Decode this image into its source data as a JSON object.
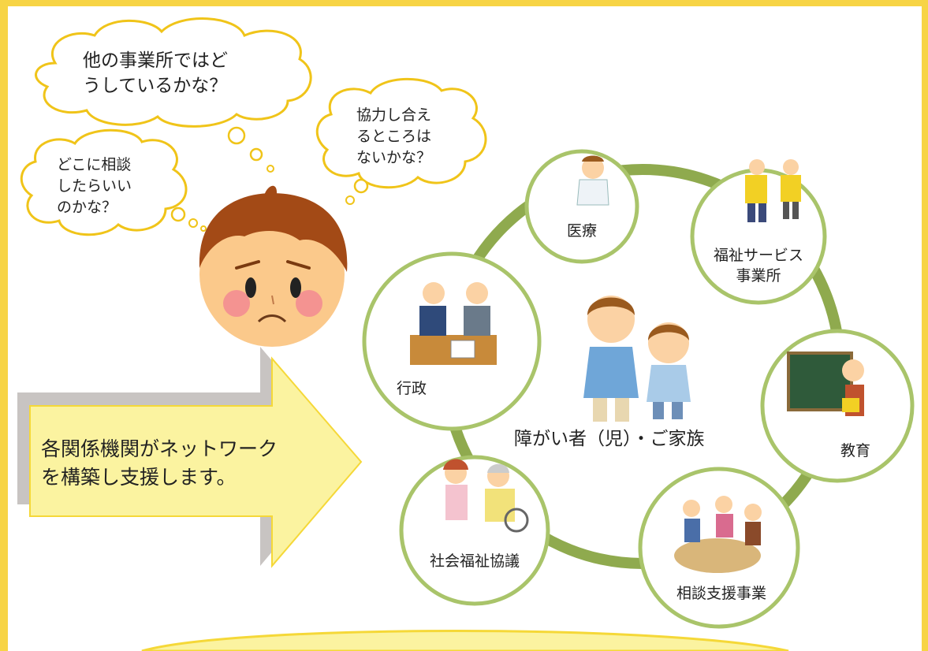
{
  "thoughts": {
    "main": [
      "他の事業所ではど",
      "うしているかな？"
    ],
    "left": [
      "どこに相談",
      "したらいい",
      "のかな？"
    ],
    "right": [
      "協力し合え",
      "るところは",
      "ないかな？"
    ]
  },
  "arrow": {
    "lines": [
      "各関係機関がネットワーク",
      "を構築し支援します。"
    ]
  },
  "center": {
    "label": "障がい者（児）・ご家族"
  },
  "nodes": {
    "medical": {
      "label": "医療"
    },
    "welfare_service": {
      "lines": [
        "福祉サービス",
        "事業所"
      ]
    },
    "education": {
      "label": "教育"
    },
    "consultation": {
      "label": "相談支援事業"
    },
    "social_welfare": {
      "label": "社会福祉協議"
    },
    "administration": {
      "label": "行政"
    }
  },
  "colors": {
    "frame": "#f7d445",
    "ring": "#8faa4e",
    "circle_border": "#a9c46a",
    "arrow_fill": "#fbf3a0",
    "cloud_border": "#f0c419"
  }
}
